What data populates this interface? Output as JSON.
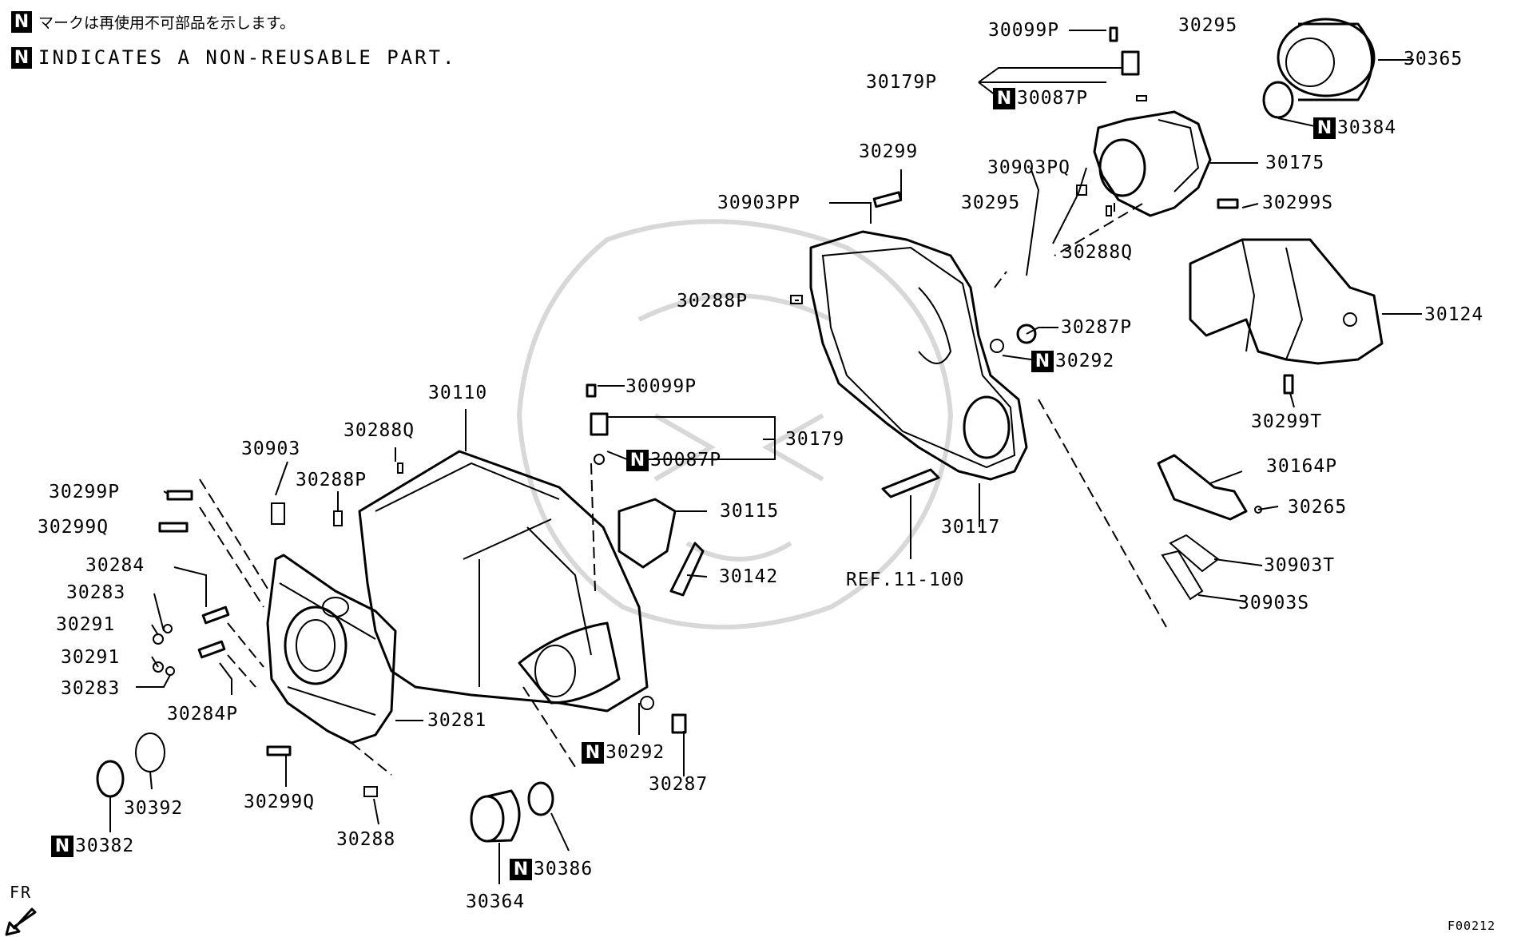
{
  "legend": {
    "n_mark": "N",
    "japanese_note": "マークは再使用不可部品を示します。",
    "english_note": "INDICATES A NON-REUSABLE PART."
  },
  "labels": {
    "p30099P_top": "30099P",
    "p30295_top": "30295",
    "p30365": "30365",
    "p30179P": "30179P",
    "p30087P_top": "30087P",
    "p30384": "30384",
    "p30175": "30175",
    "p30299": "30299",
    "p30903PQ": "30903PQ",
    "p30903PP": "30903PP",
    "p30295_mid": "30295",
    "p30299S": "30299S",
    "p30288Q_right": "30288Q",
    "p30288P_right": "30288P",
    "p30287P": "30287P",
    "p30124": "30124",
    "p30292_right": "30292",
    "p30299T": "30299T",
    "p30110": "30110",
    "p30099P_mid": "30099P",
    "p30288Q_left": "30288Q",
    "p30179": "30179",
    "p30903": "30903",
    "p30087P_mid": "30087P",
    "p30164P": "30164P",
    "p30288P_left": "30288P",
    "p30299P": "30299P",
    "p30117": "30117",
    "p30115": "30115",
    "p30265": "30265",
    "p30299Q_top": "30299Q",
    "p30284": "30284",
    "p30903T": "30903T",
    "p30142": "30142",
    "ref": "REF.11-100",
    "p30283_top": "30283",
    "p30903S": "30903S",
    "p30291_top": "30291",
    "p30291_bot": "30291",
    "p30283_bot": "30283",
    "p30284P": "30284P",
    "p30281": "30281",
    "p30292_mid": "30292",
    "p30287": "30287",
    "p30392": "30392",
    "p30299Q_bot": "30299Q",
    "p30382": "30382",
    "p30288": "30288",
    "p30386": "30386",
    "p30364": "30364"
  },
  "fr_mark": "FR",
  "figure_code": "F00212"
}
